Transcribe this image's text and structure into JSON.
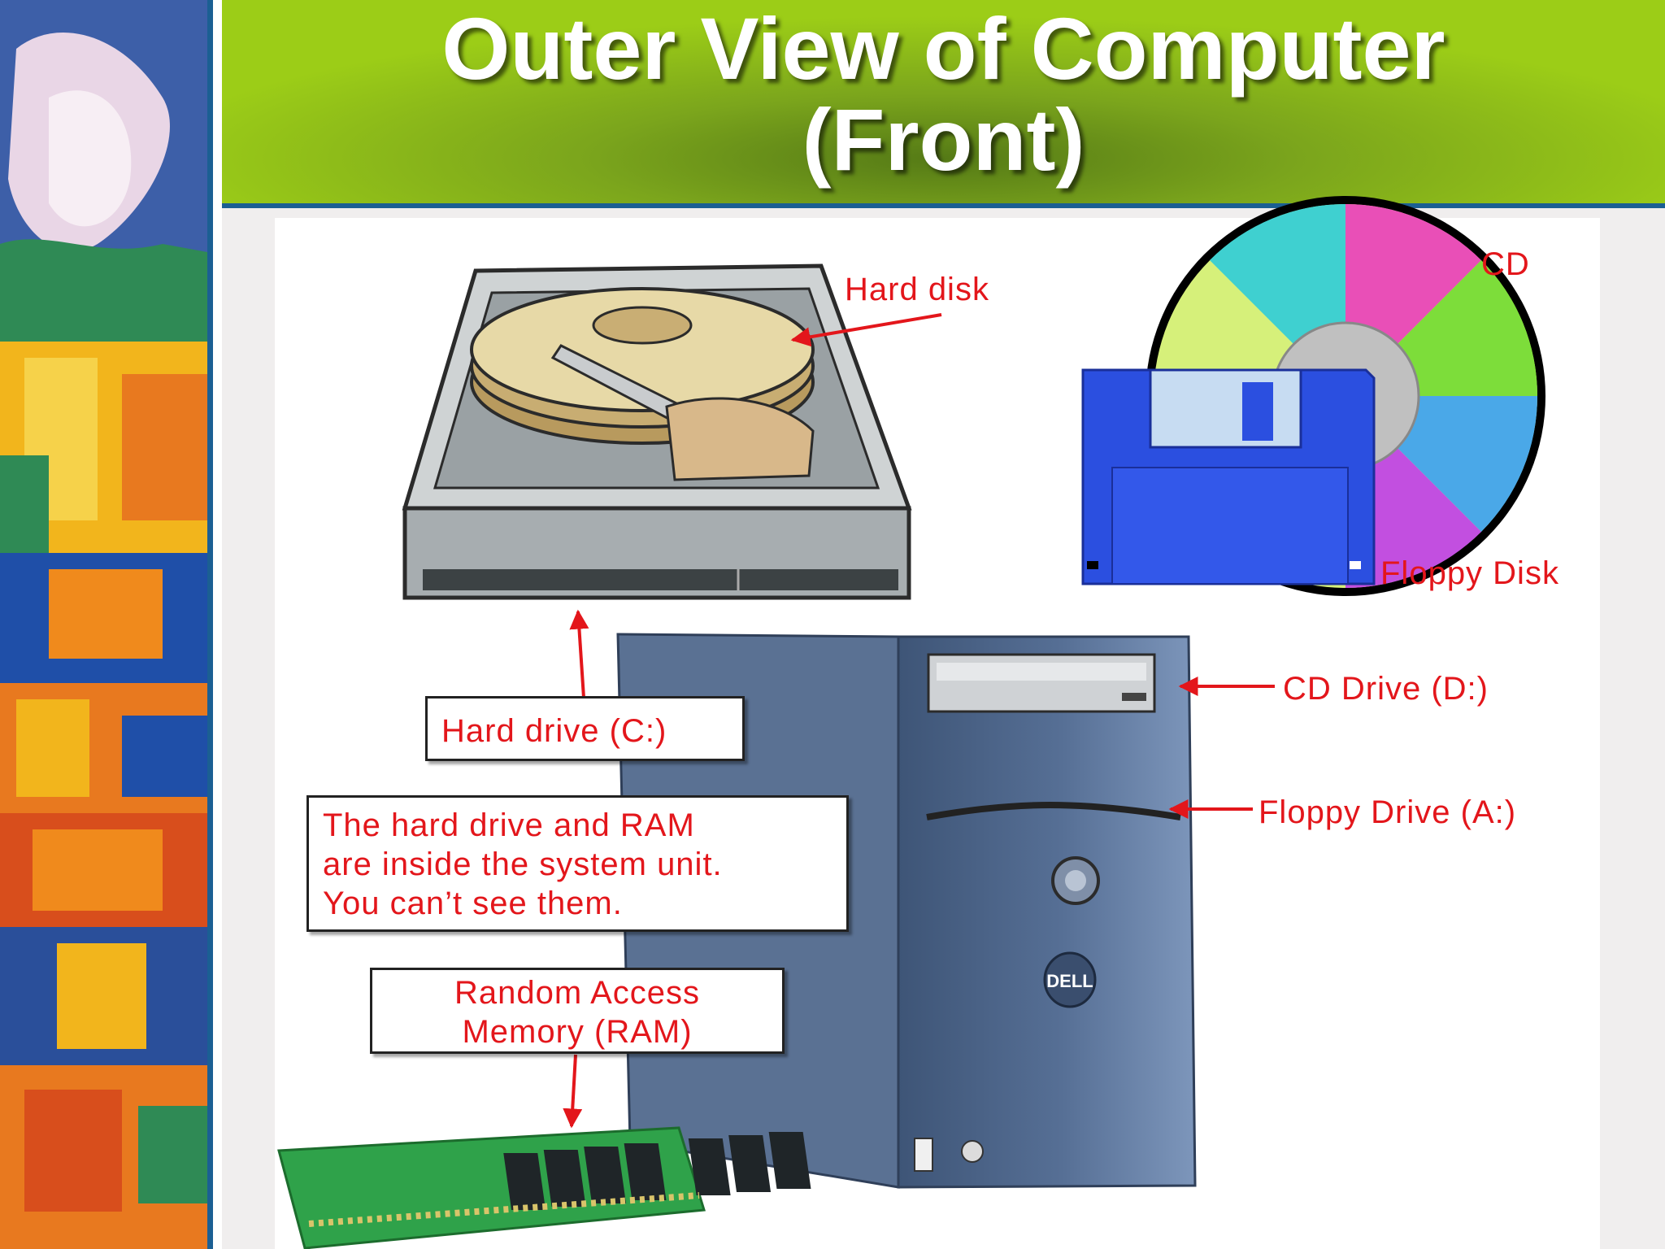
{
  "slide": {
    "title_line1": "Outer View of Computer",
    "title_line2": "(Front)"
  },
  "labels": {
    "hard_disk": "Hard disk",
    "cd": "CD",
    "floppy_disk": "Floppy Disk",
    "cd_drive": "CD Drive (D:)",
    "floppy_drive": "Floppy Drive (A:)"
  },
  "boxes": {
    "hard_drive": "Hard drive (C:)",
    "note_lines": [
      "The hard drive and RAM",
      "are inside the system unit.",
      "You can’t see them."
    ],
    "ram_lines": [
      "Random Access",
      "Memory (RAM)"
    ]
  },
  "colors": {
    "title_green": "#9ccd17",
    "accent_blue": "#1b5f93",
    "label_red": "#e3161b",
    "floppy_blue": "#2b4fe0",
    "tower_blue": "#5d7aa3"
  },
  "icons": [
    "hard-disk-illustration",
    "cd-disc-illustration",
    "floppy-disk-illustration",
    "computer-tower-illustration",
    "ram-module-illustration"
  ]
}
